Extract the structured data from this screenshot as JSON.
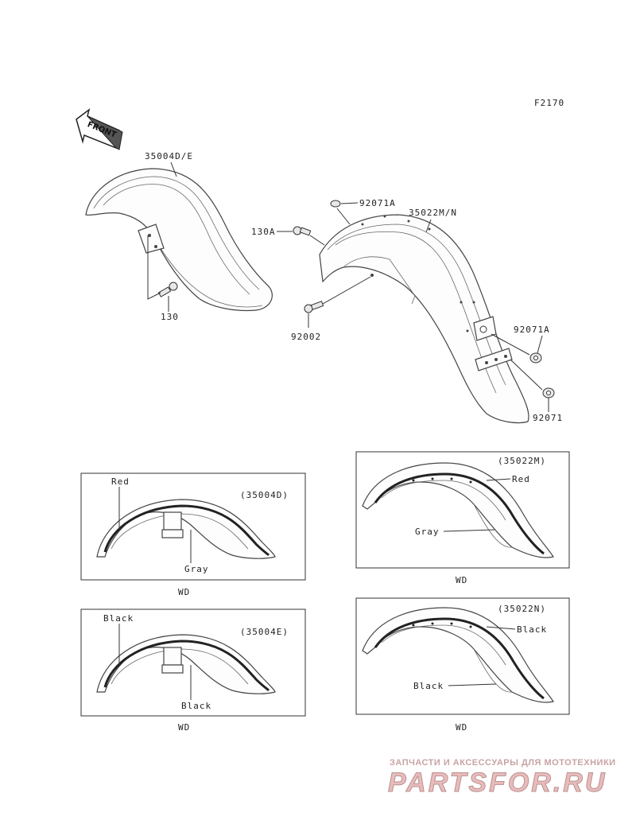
{
  "figure_code": "F2170",
  "front_arrow": {
    "label": "FRONT",
    "icon": "front-arrow-icon"
  },
  "callouts": {
    "front_fender": "35004D/E",
    "rear_fender": "35022M/N",
    "bolt_front": "130",
    "bolt_rear_top": "130A",
    "bolt_rear_side": "92002",
    "nut_top": "92071A",
    "nut_side": "92071A",
    "nut_bottom": "92071"
  },
  "variants": [
    {
      "id": "35004D",
      "code": "(35004D)",
      "stripe_label": "Red",
      "body_label": "Gray",
      "note": "WD"
    },
    {
      "id": "35004E",
      "code": "(35004E)",
      "stripe_label": "Black",
      "body_label": "Black",
      "note": "WD"
    },
    {
      "id": "35022M",
      "code": "(35022M)",
      "stripe_label": "Red",
      "body_label": "Gray",
      "note": "WD"
    },
    {
      "id": "35022N",
      "code": "(35022N)",
      "stripe_label": "Black",
      "body_label": "Black",
      "note": "WD"
    }
  ],
  "watermark": {
    "tagline": "ЗАПЧАСТИ И АКСЕССУАРЫ ДЛЯ МОТОТЕХНИКИ",
    "brand": "PARTSFOR.RU"
  }
}
